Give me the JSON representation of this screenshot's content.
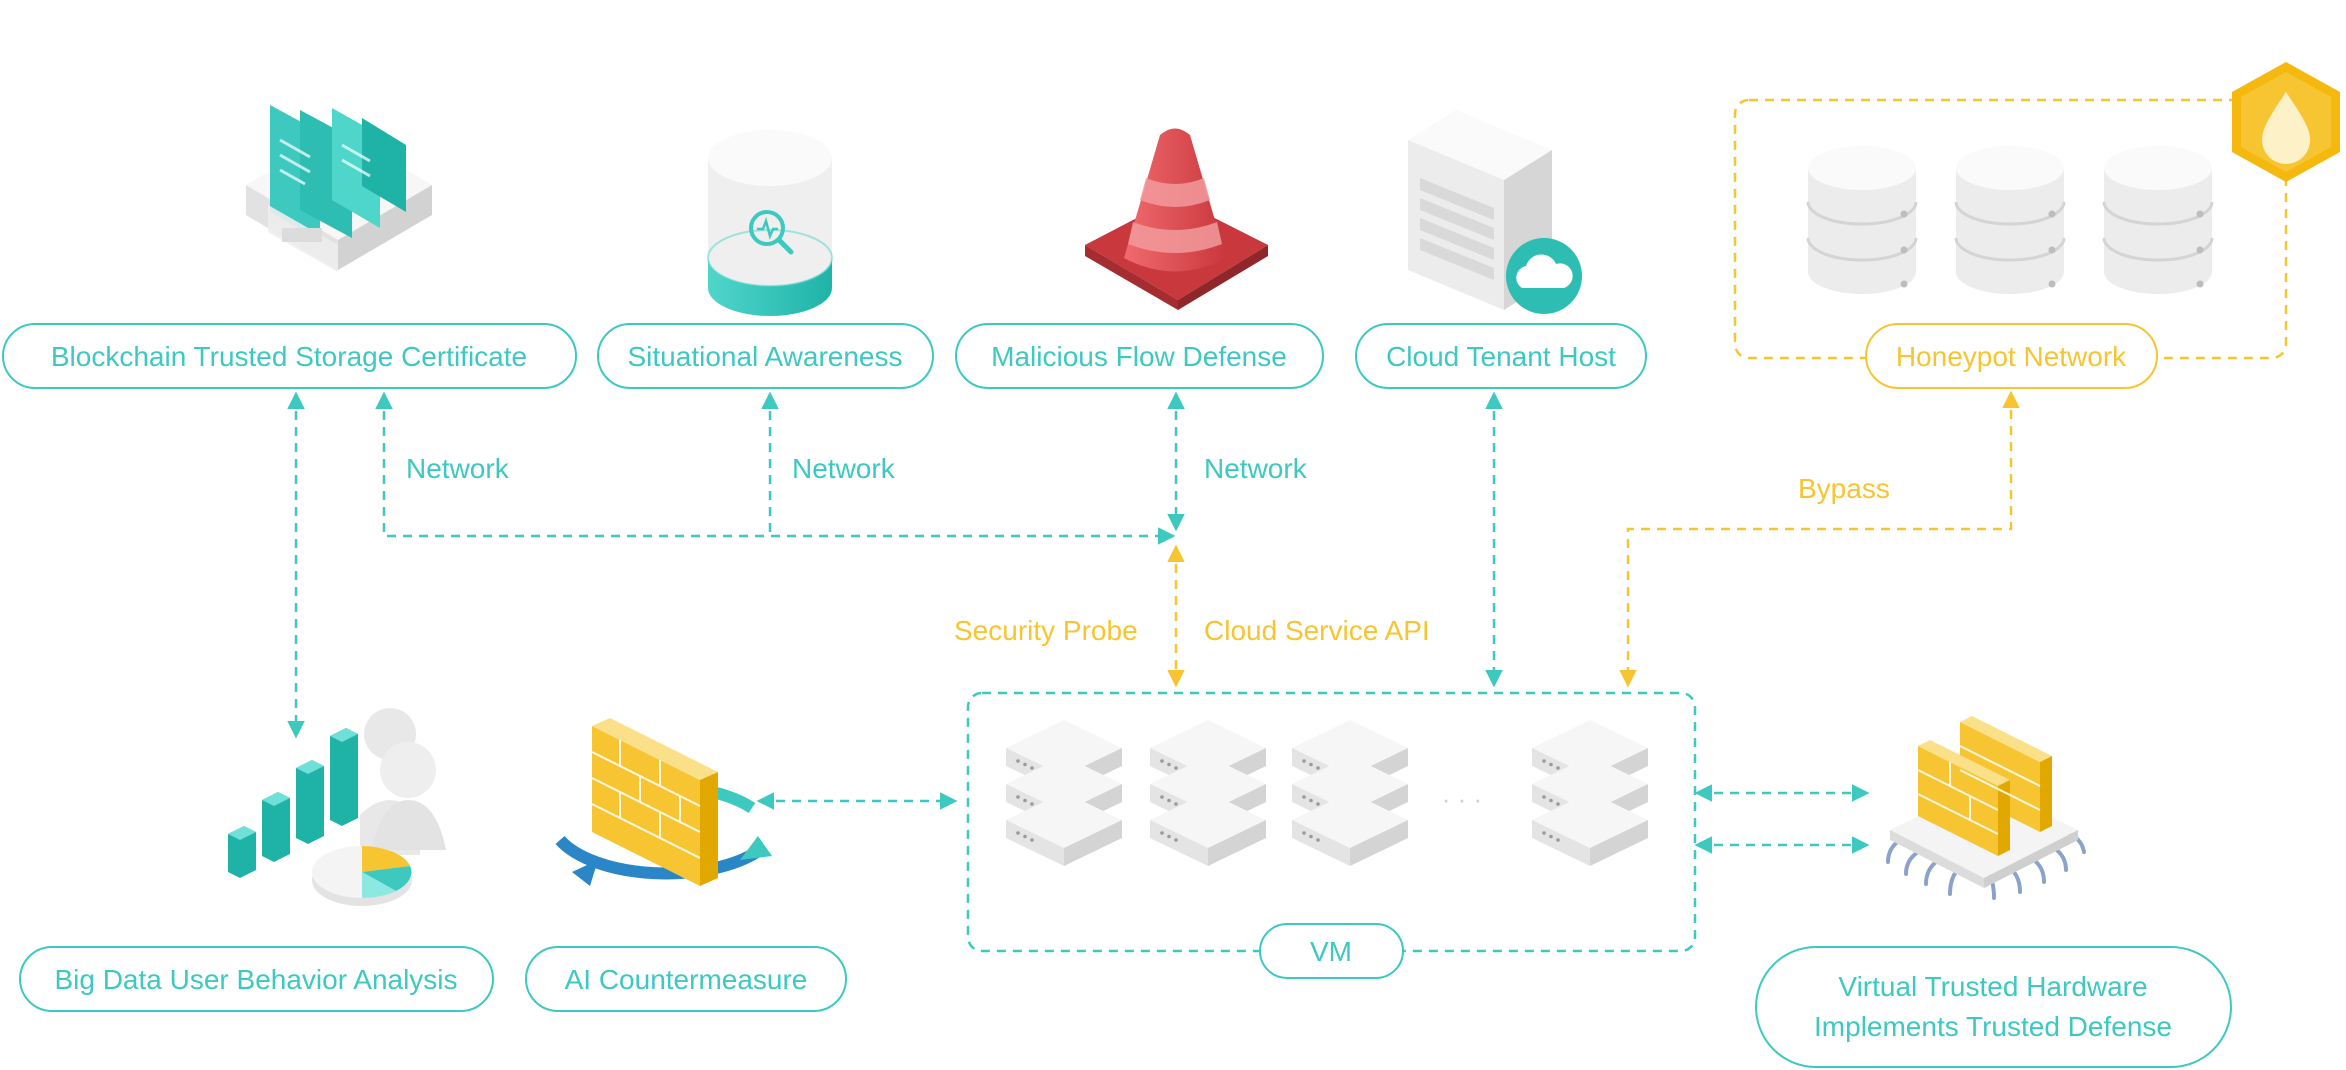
{
  "colors": {
    "teal": "#3dc9c0",
    "teal_dark": "#1fb3a8",
    "yellow": "#f7c531",
    "red": "#e04a4f",
    "gray_light": "#f2f2f2",
    "gray_mid": "#d9d9d9",
    "blue_arrow": "#2a86c7"
  },
  "labels": {
    "blockchain": "Blockchain Trusted Storage Certificate",
    "situational": "Situational Awareness",
    "malicious": "Malicious Flow Defense",
    "cloud_host": "Cloud Tenant Host",
    "honeypot": "Honeypot Network",
    "big_data": "Big Data User Behavior Analysis",
    "ai": "AI Countermeasure",
    "vm": "VM",
    "vth_line1": "Virtual Trusted Hardware",
    "vth_line2": "Implements Trusted Defense"
  },
  "connectors": {
    "network_1": "Network",
    "network_2": "Network",
    "network_3": "Network",
    "bypass": "Bypass",
    "security_probe": "Security Probe",
    "cloud_service_api": "Cloud Service API",
    "vm_ellipsis": "· · ·"
  },
  "icons": {
    "blockchain": "document-tray-icon",
    "situational": "database-magnifier-icon",
    "malicious": "traffic-cone-icon",
    "cloud_host": "server-cloud-icon",
    "honeypot_db": "database-stack-icon",
    "honeypot_badge": "droplet-hexagon-icon",
    "big_data": "bar-chart-user-icon",
    "ai": "firewall-cycle-icon",
    "vm_server": "server-stack-icon",
    "vth": "firewall-chip-icon"
  }
}
